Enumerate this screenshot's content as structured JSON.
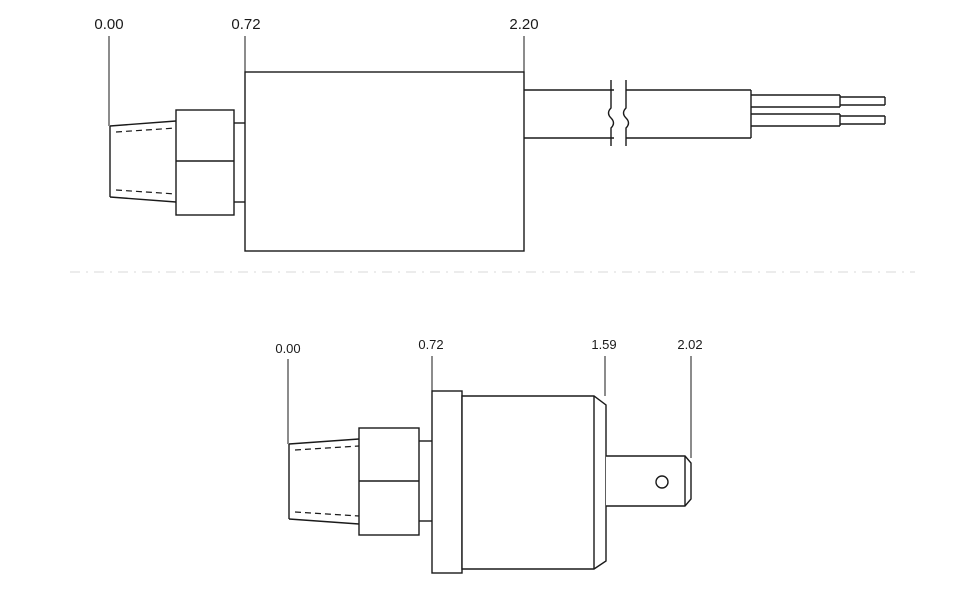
{
  "top_view": {
    "dimensions": [
      "0.00",
      "0.72",
      "2.20"
    ]
  },
  "bottom_view": {
    "dimensions": [
      "0.00",
      "0.72",
      "1.59",
      "2.02"
    ]
  }
}
